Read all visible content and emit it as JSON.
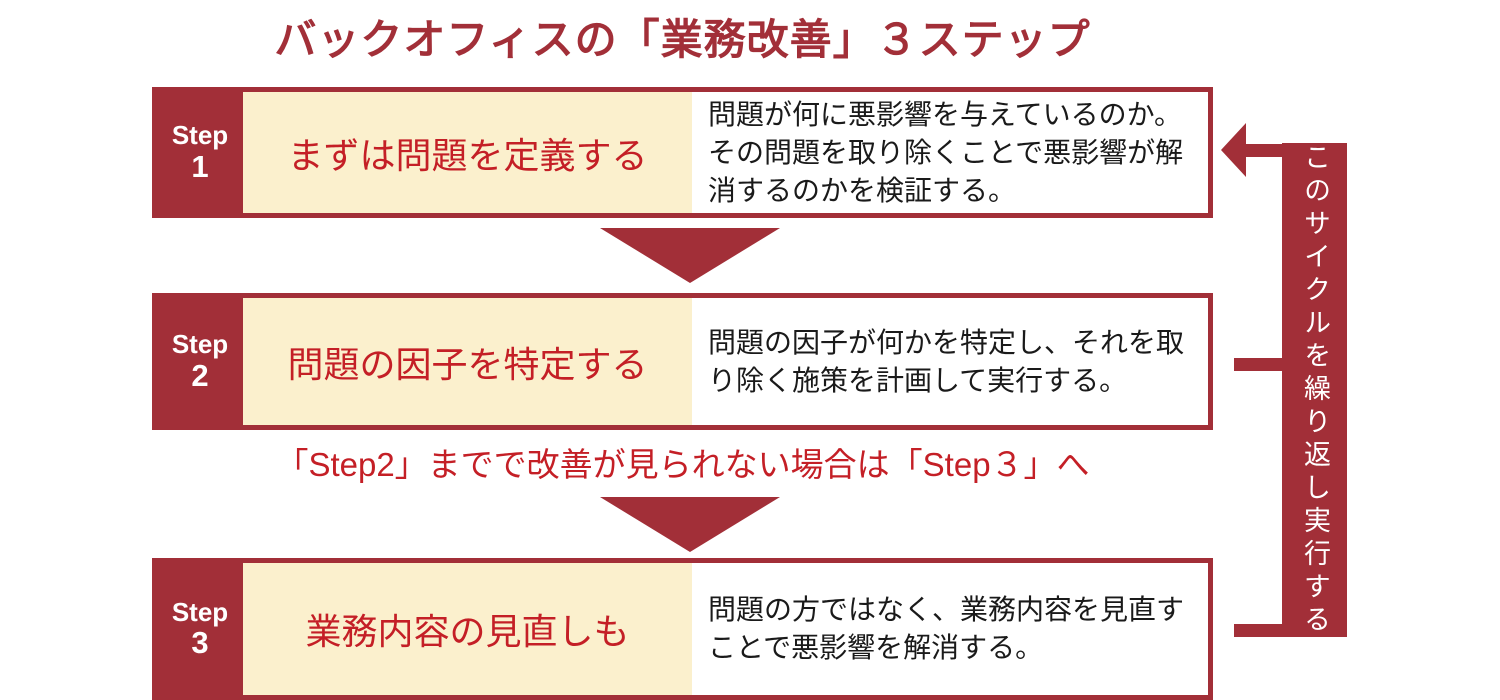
{
  "title": "バックオフィスの「業務改善」３ステップ",
  "steps": [
    {
      "label": "Step",
      "number": "1",
      "heading": "まずは問題を定義する",
      "description": "問題が何に悪影響を与えているのか。その問題を取り除くことで悪影響が解消するのかを検証する。"
    },
    {
      "label": "Step",
      "number": "2",
      "heading": "問題の因子を特定する",
      "description": "問題の因子が何かを特定し、それを取り除く施策を計画して実行する。"
    },
    {
      "label": "Step",
      "number": "3",
      "heading": "業務内容の見直しも",
      "description": "問題の方ではなく、業務内容を見直すことで悪影響を解消する。"
    }
  ],
  "note": "「Step2」までで改善が見られない場合は「Step３」へ",
  "cycle_label": "このサイクルを繰り返し実行する",
  "icons": {
    "down_arrow": "down-triangle",
    "return_arrow": "left-arrow"
  },
  "colors": {
    "maroon": "#a22f38",
    "cream": "#fbf0cd",
    "accent_red": "#c41f26",
    "text": "#1a1a1a",
    "background": "#ffffff"
  }
}
